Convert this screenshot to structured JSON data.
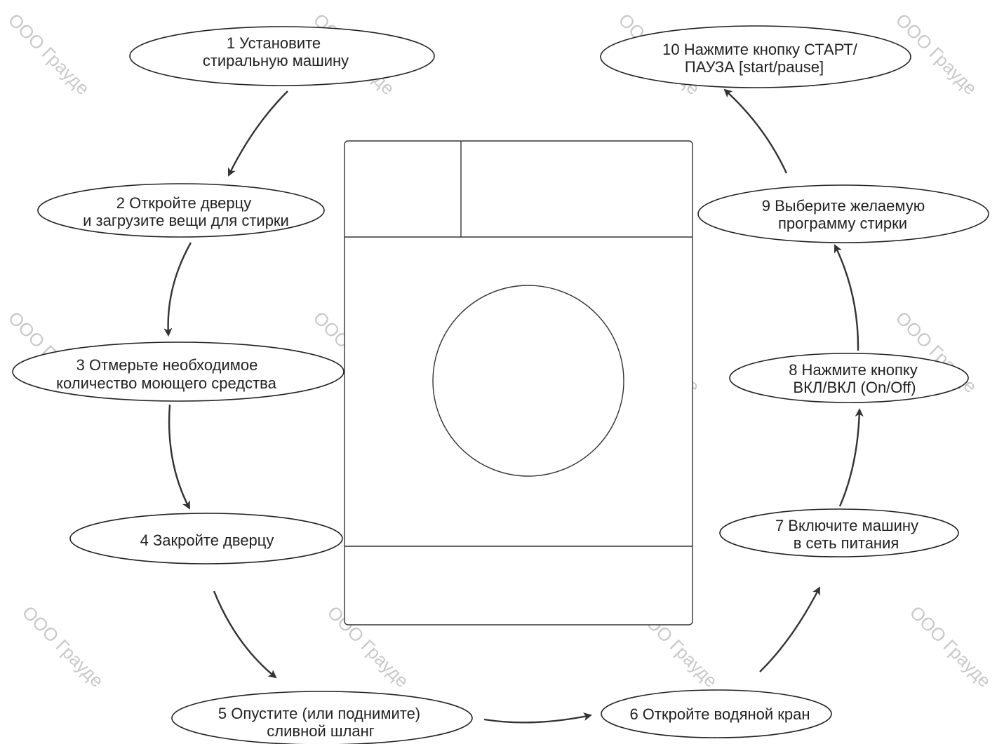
{
  "watermark": "ООО Грауде",
  "steps": [
    {
      "n": "1",
      "lines": [
        "1 Установите",
        "стиральную машину"
      ]
    },
    {
      "n": "2",
      "lines": [
        "2 Откройте дверцу",
        "и загрузите вещи для стирки"
      ]
    },
    {
      "n": "3",
      "lines": [
        "3 Отмерьте необходимое",
        "количество моющего средства"
      ]
    },
    {
      "n": "4",
      "lines": [
        "4 Закройте дверцу"
      ]
    },
    {
      "n": "5",
      "lines": [
        "5 Опустите (или поднимите)",
        "сливной шланг"
      ]
    },
    {
      "n": "6",
      "lines": [
        "6 Откройте водяной кран"
      ]
    },
    {
      "n": "7",
      "lines": [
        "7 Включите машину",
        "в сеть питания"
      ]
    },
    {
      "n": "8",
      "lines": [
        "8 Нажмите кнопку",
        "ВКЛ/ВКЛ (On/Off)"
      ]
    },
    {
      "n": "9",
      "lines": [
        "9 Выберите желаемую",
        "программу стирки"
      ]
    },
    {
      "n": "10",
      "lines": [
        "10 Нажмите кнопку СТАРТ/",
        "ПАУЗА [start/pause]"
      ]
    }
  ]
}
